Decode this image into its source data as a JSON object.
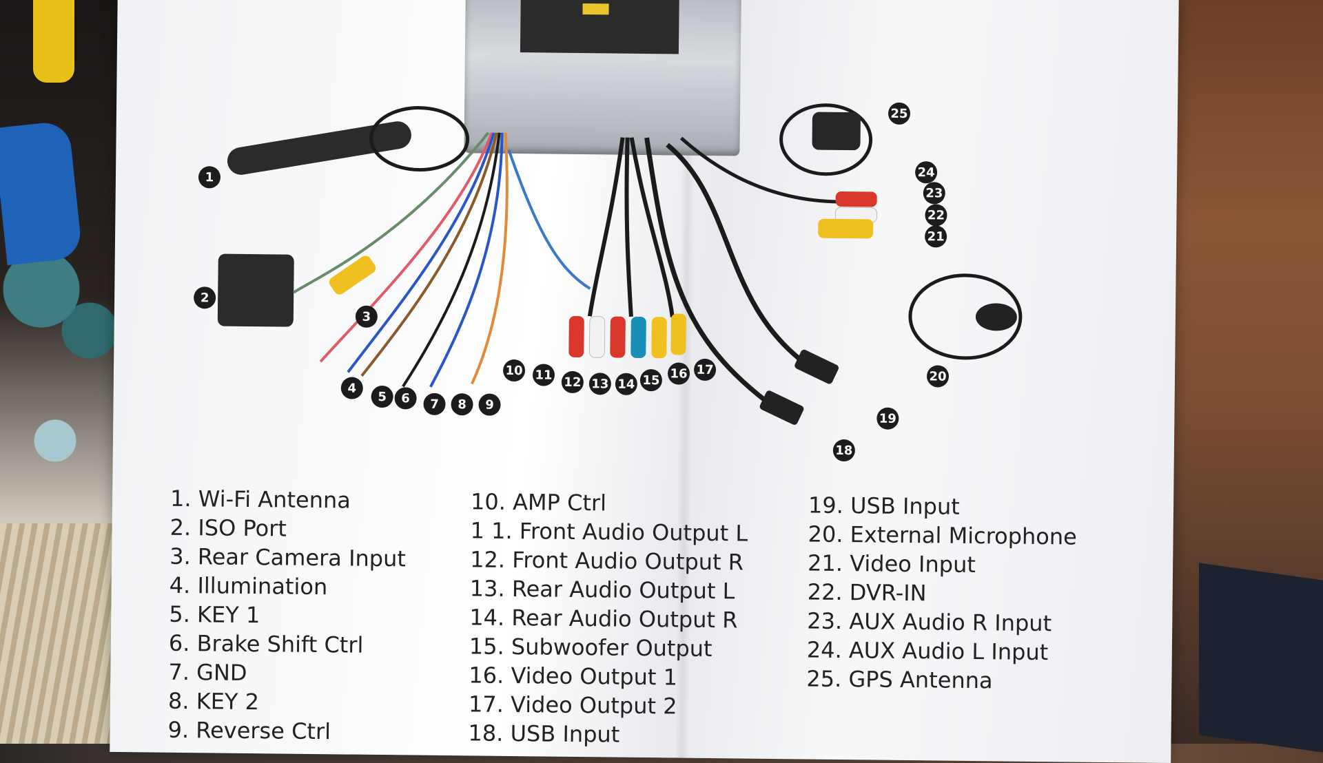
{
  "legend": {
    "col1": [
      "1. Wi-Fi Antenna",
      "2. ISO Port",
      "3. Rear Camera Input",
      "4. Illumination",
      "5. KEY 1",
      "6. Brake Shift Ctrl",
      "7. GND",
      "8. KEY 2",
      "9. Reverse Ctrl"
    ],
    "col2": [
      "10. AMP Ctrl",
      "1 1. Front Audio Output L",
      "12. Front Audio Output R",
      "13. Rear Audio Output L",
      "14. Rear Audio Output R",
      "15. Subwoofer Output",
      "16. Video Output 1",
      "17. Video Output 2",
      "18. USB Input"
    ],
    "col3": [
      "19. USB Input",
      "20. External Microphone",
      "21. Video Input",
      "22. DVR-IN",
      "23. AUX Audio R Input",
      "24. AUX Audio L Input",
      "25. GPS Antenna"
    ]
  },
  "badges": [
    "1",
    "2",
    "3",
    "4",
    "5",
    "6",
    "7",
    "8",
    "9",
    "10",
    "11",
    "12",
    "13",
    "14",
    "15",
    "16",
    "17",
    "18",
    "19",
    "20",
    "21",
    "22",
    "23",
    "24",
    "25"
  ],
  "colors": {
    "rca_red": "#d9362c",
    "rca_white": "#f2f2f2",
    "rca_yellow": "#f0c020",
    "rca_blue": "#1a8fb5",
    "cable": "#1b1b1b"
  }
}
